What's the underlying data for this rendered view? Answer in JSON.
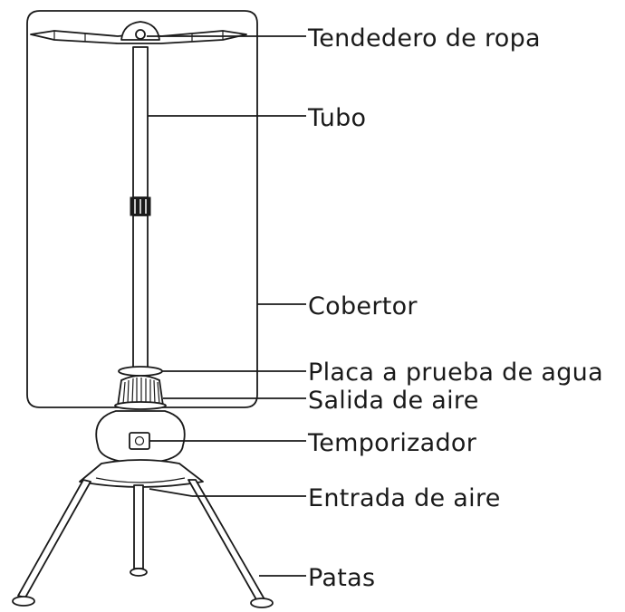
{
  "diagram": {
    "labels": {
      "rack": "Tendedero de ropa",
      "tube": "Tubo",
      "cover": "Cobertor",
      "water_plate": "Placa a prueba de agua",
      "air_outlet": "Salida de aire",
      "timer": "Temporizador",
      "air_inlet": "Entrada de aire",
      "legs": "Patas"
    },
    "colors": {
      "line": "#1a1a1a",
      "background": "#ffffff"
    }
  }
}
